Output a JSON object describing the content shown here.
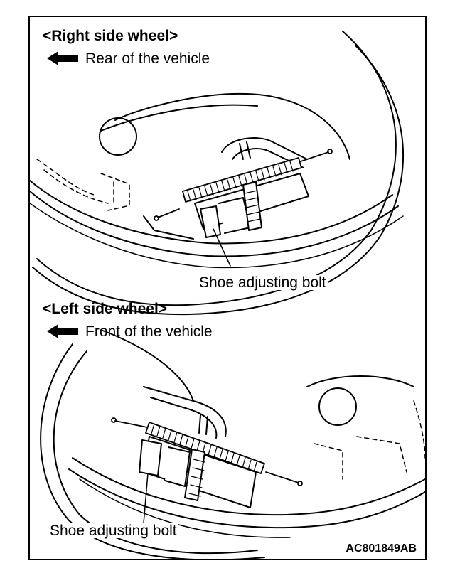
{
  "right": {
    "heading": "<Right side wheel>",
    "direction": "Rear of the vehicle",
    "callout": "Shoe adjusting bolt"
  },
  "left": {
    "heading": "<Left side wheel>",
    "direction": "Front of the vehicle",
    "callout": "Shoe adjusting bolt"
  },
  "figure_code": "AC801849AB",
  "icons": {
    "direction_arrow": "left-arrow-icon"
  },
  "colors": {
    "line": "#000000",
    "background": "#ffffff"
  }
}
